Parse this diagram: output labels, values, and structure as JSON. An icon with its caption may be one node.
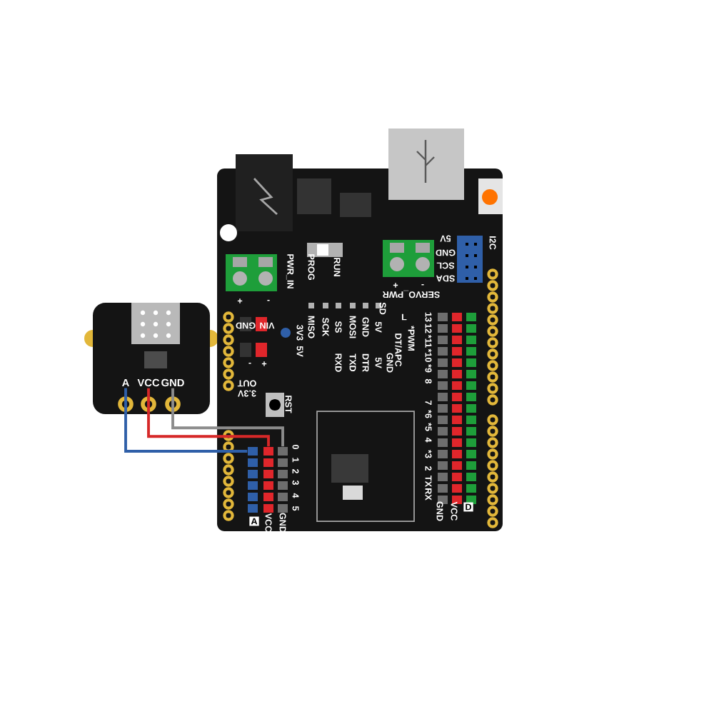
{
  "diagram": {
    "nodes": [
      {
        "text": [],
        "shape": "box"
      },
      {
        "text": [
          "A"
        ],
        "in": 0
      },
      {
        "text": [
          "VCC"
        ],
        "in": 0
      },
      {
        "text": [
          "GND"
        ],
        "in": 0
      },
      {
        "text": [],
        "shape": "box"
      },
      {
        "text": [],
        "shape": "box",
        "in": 4
      },
      {
        "text": [],
        "shape": "box",
        "in": 4
      },
      {
        "text": [],
        "shape": "box",
        "in": 4
      }
    ],
    "edges": [
      {
        "from": 1,
        "to": 5,
        "arrow": "none",
        "color": "#2f5fa8"
      },
      {
        "from": 2,
        "to": 6,
        "arrow": "none",
        "color": "#d62828"
      },
      {
        "from": 3,
        "to": 7,
        "arrow": "none",
        "color": "#8c8c8c"
      }
    ],
    "labels": [
      "PWR_IN",
      "PROG",
      "RUN",
      "I2C",
      "5V",
      "GND",
      "SCL",
      "SDA",
      "+",
      "-",
      "+",
      "-",
      "SERVO_PWR",
      "GND",
      "VIN",
      "SD",
      "L",
      "MISO",
      "SCK",
      "SS",
      "MOSI",
      "GND",
      "5V",
      "3V3",
      "5V",
      "13",
      "12",
      "*11",
      "*10",
      "*9",
      "8",
      "DT/APC",
      "*PWM",
      "RXD",
      "TXD",
      "DTR",
      "5V",
      "GND",
      "-",
      "+",
      "3.3V OUT",
      "RST",
      "7",
      "*6",
      "*5",
      "4",
      "*3",
      "2",
      "TX",
      "RX",
      "0",
      "1",
      "2",
      "3",
      "4",
      "5",
      "A",
      "VCC",
      "GND",
      "GND",
      "VCC",
      "D"
    ]
  }
}
